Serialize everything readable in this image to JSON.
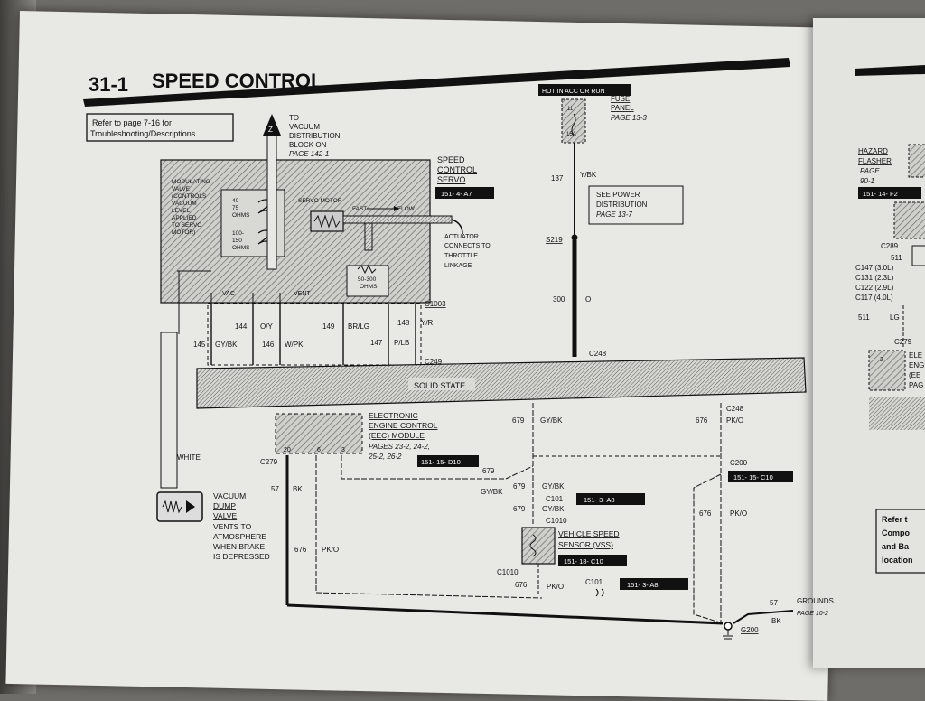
{
  "page_number": "31-1",
  "page_title": "SPEED CONTROL",
  "refer_box": {
    "line1": "Refer to page 7-16 for",
    "line2": "Troubleshooting/Descriptions."
  },
  "vacuum_block": {
    "to": "TO",
    "line1": "VACUUM",
    "line2": "DISTRIBUTION",
    "line3": "BLOCK ON",
    "page": "PAGE 142-1"
  },
  "servo": {
    "line1": "SPEED",
    "line2": "CONTROL",
    "line3": "SERVO",
    "ref": "151- 4- A7"
  },
  "modulating_valve": [
    "MODULATING",
    "VALVE",
    "(CONTROLS",
    "VACUUM",
    "LEVEL",
    "APPLIED",
    "TO SERVO",
    "MOTOR)"
  ],
  "coil1_ohms": [
    "40-",
    "75",
    "OHMS"
  ],
  "coil2_ohms": [
    "100-",
    "150",
    "OHMS"
  ],
  "servo_motor_label": "SERVO MOTOR",
  "fast_label": "FAST",
  "flow_label": "FLOW",
  "actuator_label": [
    "ACTUATOR",
    "CONNECTS TO",
    "THROTTLE",
    "LINKAGE"
  ],
  "pot_ohms": [
    "50-300",
    "OHMS"
  ],
  "vac_label": "VAC",
  "vent_label": "VENT",
  "c1003": "C1003",
  "c249": "C249",
  "servo_wires": [
    {
      "num": "145",
      "color": "GY/BK"
    },
    {
      "num": "144",
      "color": "O/Y"
    },
    {
      "num": "146",
      "color": "W/PK"
    },
    {
      "num": "149",
      "color": "BR/LG"
    },
    {
      "num": "147",
      "color": "P/LB"
    },
    {
      "num": "148",
      "color": "Y/R"
    }
  ],
  "hot_label": "HOT IN ACC OR RUN",
  "fuse": {
    "line1": "FUSE",
    "line2": "PANEL",
    "page": "PAGE 13-3",
    "num": "11",
    "amp": "15A"
  },
  "wire137": {
    "num": "137",
    "color": "Y/BK"
  },
  "power_dist": {
    "line1": "SEE POWER",
    "line2": "DISTRIBUTION",
    "page": "PAGE 13-7"
  },
  "s219": "S219",
  "wire300": {
    "num": "300",
    "color": "O"
  },
  "c248": "C248",
  "solid_state": "SOLID STATE",
  "eec": {
    "line1": "ELECTRONIC",
    "line2": "ENGINE CONTROL",
    "line3": "(EEC) MODULE",
    "pages1": "PAGES 23-2, 24-2,",
    "pages2": "25-2, 26-2",
    "ref": "151- 15- D10",
    "pins": [
      "20",
      "6",
      "3"
    ]
  },
  "c279": "C279",
  "white_label": "WHITE",
  "dump_valve": [
    "VACUUM",
    "DUMP",
    "VALVE",
    "VENTS TO",
    "ATMOSPHERE",
    "WHEN BRAKE",
    "IS DEPRESSED"
  ],
  "wire57_bk": {
    "num": "57",
    "color": "BK"
  },
  "wire676_left": {
    "num": "676",
    "color": "PK/O"
  },
  "wire679": {
    "num": "679",
    "color": "GY/BK"
  },
  "wire676": {
    "num": "676",
    "color": "PK/O"
  },
  "c200": {
    "name": "C200",
    "ref": "151- 15- C10"
  },
  "c101": {
    "name": "C101",
    "ref": "151- 3- A8"
  },
  "c1010": "C1010",
  "vss": {
    "line1": "VEHICLE SPEED",
    "line2": "SENSOR (VSS)",
    "ref": "151- 18- C10"
  },
  "c101_bottom": {
    "name": "C101",
    "ref": "151- 3- A8"
  },
  "ground": {
    "num": "57",
    "color": "BK",
    "label": "GROUNDS",
    "page": "PAGE 10-2",
    "name": "G200"
  },
  "right_page": {
    "hazard": [
      "HAZARD",
      "FLASHER",
      "PAGE",
      "90-1"
    ],
    "hazard_ref": "151- 14- F2",
    "c289": "C289",
    "wire511": "511",
    "connectors": [
      "C147 (3.0L)",
      "C131 (2.3L)",
      "C122 (2.9L)",
      "C117 (4.0L)"
    ],
    "c279": "C279",
    "lg": "LG",
    "eng": [
      "ELE",
      "ENG",
      "(EE",
      "PAG"
    ],
    "pin2": "2",
    "refer": [
      "Refer t",
      "Compo",
      "and Ba",
      "location"
    ]
  }
}
